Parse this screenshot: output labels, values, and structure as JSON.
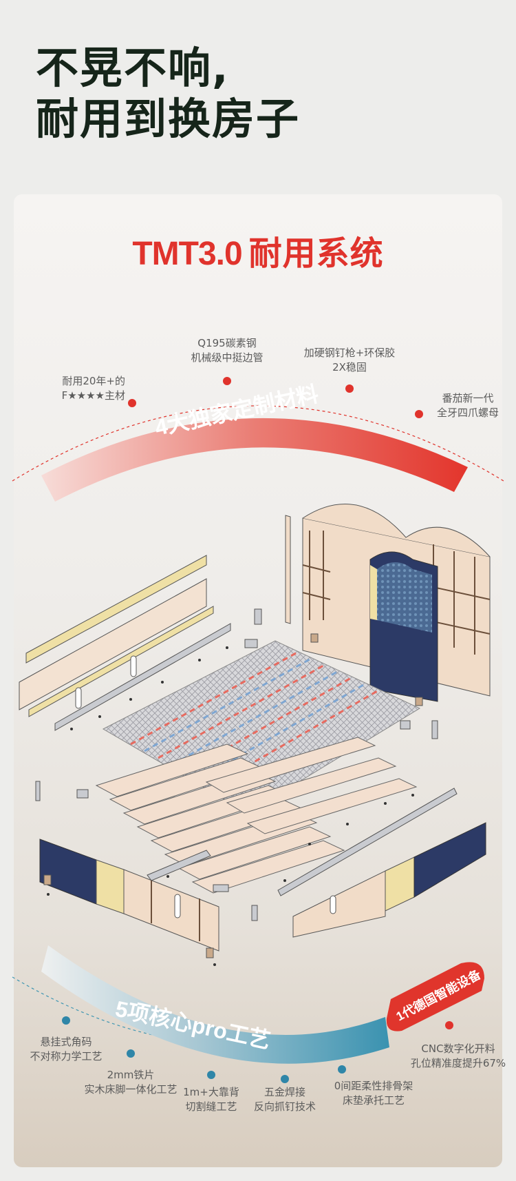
{
  "headline": {
    "line1": "不晃不响,",
    "line2": "耐用到换房子"
  },
  "card": {
    "title_en": "TMT3.0",
    "title_cn": "耐用系统",
    "materials_banner": "4大独家定制材料",
    "process_banner": "5项核心pro工艺",
    "badge": "1代德国智能设备",
    "materials": [
      {
        "line1": "耐用20年+的",
        "line2": "F★★★★主材"
      },
      {
        "line1": "Q195碳素钢",
        "line2": "机械级中挺边管"
      },
      {
        "line1": "加硬钢钉枪+环保胶",
        "line2": "2X稳固"
      },
      {
        "line1": "番茄新一代",
        "line2": "全牙四爪螺母"
      }
    ],
    "processes": [
      {
        "line1": "悬挂式角码",
        "line2": "不对称力学工艺"
      },
      {
        "line1": "2mm铁片",
        "line2": "实木床脚一体化工艺"
      },
      {
        "line1": "1m+大靠背",
        "line2": "切割缝工艺"
      },
      {
        "line1": "五金焊接",
        "line2": "反向抓钉技术"
      },
      {
        "line1": "0间距柔性排骨架",
        "line2": "床垫承托工艺"
      },
      {
        "line1": "CNC数字化开料",
        "line2": "孔位精准度提升67%"
      }
    ]
  },
  "colors": {
    "headline": "#16251a",
    "accent_red": "#e0332c",
    "navy": "#2c3a66",
    "wood": "#f1dcc8",
    "teal": "#3f96b2"
  },
  "icons": [
    "bed-frame-exploded-illustration"
  ]
}
